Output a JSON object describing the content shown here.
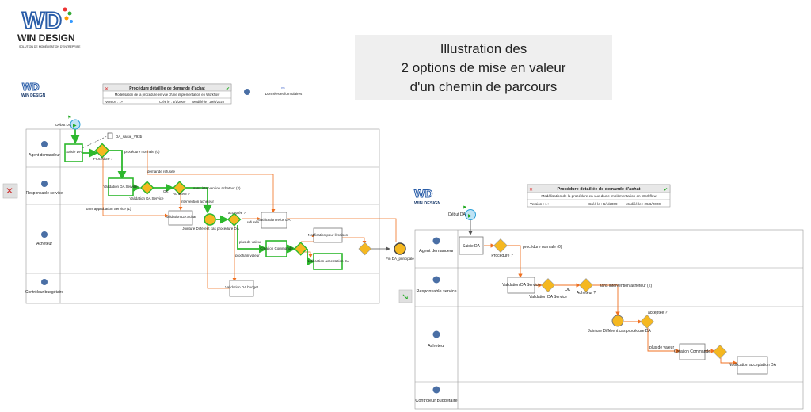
{
  "brand": {
    "logo_mark": "WD",
    "logo_text": "WIN DESIGN",
    "logo_sub": "SOLUTION DE MODÉLISATION D'ENTREPRISE"
  },
  "illustration": {
    "lines": [
      "Illustration des",
      "2 options de mise en valeur",
      "d'un chemin de parcours"
    ]
  },
  "header_box": {
    "title": "Procédure détaillée de demande d'achat",
    "subtitle": "Modélisation de la procédure en vue d'une implémentation en Workflow",
    "version": "Version : 1+",
    "created": "Créé le : 6/1/2009",
    "modified": "Modifié le : 29/6/2020"
  },
  "donnees_label": "Données et formulaires",
  "lanes": [
    "Agent demandeur",
    "Responsable service",
    "Acheteur",
    "Contrôleur budgétaire"
  ],
  "nodes": {
    "debut": "Début DA",
    "saisie": "Saisie DA",
    "procedure": "Procédure ?",
    "validation_service": "Validation DA Service",
    "validation_service_gw": "Validation DA Service",
    "ok": "OK",
    "acheteur_q": "Acheteur ?",
    "validation_achat": "Validation DA Achat",
    "jointure": "Jointure Différent cas procédure DA",
    "acceptee": "acceptée ?",
    "refusee": "refusée",
    "notification_refus": "Notification refus DA",
    "creation_commande": "Création Commande",
    "notification_livraison": "Notification pour livraison",
    "notification_acceptation": "Notification acceptation DA",
    "validation_budget": "Validation DA budget",
    "fin": "Fin DA_principale",
    "datafile": "DA_saisie_V93b"
  },
  "edges": {
    "procedure_normale": "procédure normale (0)",
    "demande_refusee": "demande refusée",
    "sans_intervention": "sans intervention acheteur (2)",
    "intervention": "intervention acheteur",
    "sans_approbation": "sans approbation Service (1)",
    "plus_de_valeur": "plus de valeur",
    "prochain_valeur": "prochain valeur",
    "plus_de_valeur_b": "plus de valeur"
  },
  "colors": {
    "highlight": "#2db82d",
    "flow": "#f07020",
    "gateway": "#f5b820",
    "lane_line": "#999999",
    "illus_bg": "#efefef"
  }
}
